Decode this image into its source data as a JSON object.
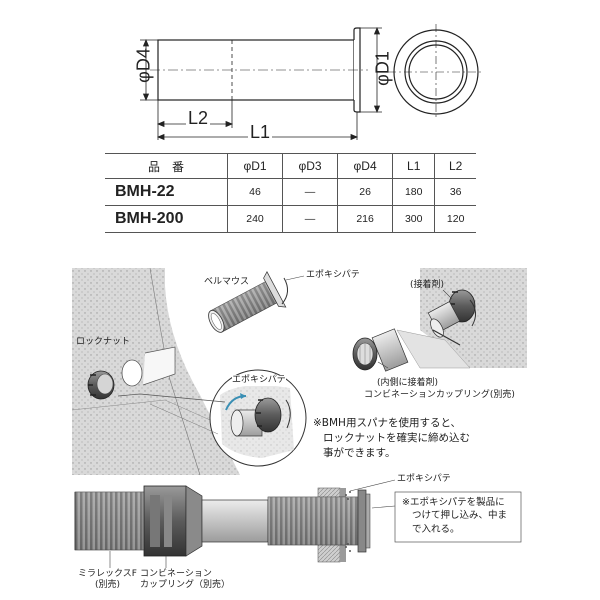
{
  "dimensions": {
    "d4": "φD4",
    "d1": "φD1",
    "l1": "L1",
    "l2": "L2"
  },
  "table": {
    "headers": [
      "品　番",
      "φD1",
      "φD3",
      "φD4",
      "L1",
      "L2"
    ],
    "rows": [
      [
        "BMH-22",
        "46",
        "—",
        "26",
        "180",
        "36"
      ],
      [
        "BMH-200",
        "240",
        "—",
        "216",
        "300",
        "120"
      ]
    ]
  },
  "labels": {
    "bellmouth": "ベルマウス",
    "epoxy_putty_1": "エポキシパテ",
    "adhesive": "(接着剤)",
    "locknut": "ロックナット",
    "epoxy_putty_2": "エポキシパテ",
    "inner_adhesive": "(内側に接着剤)",
    "combination_coupling": "コンビネーションカップリング(別売)",
    "spanner_note_1": "※BMH用スパナを使用すると、",
    "spanner_note_2": "ロックナットを確実に締め込む",
    "spanner_note_3": "事ができます。",
    "epoxy_putty_3": "エポキシパテ",
    "putty_note_1": "※エポキシパテを製品に",
    "putty_note_2": "つけて押し込み、中ま",
    "putty_note_3": "で入れる。",
    "mirarex_1": "ミラレックスF",
    "mirarex_2": "(別売)",
    "combo_bottom_1": "コンビネーション",
    "combo_bottom_2": "カップリング（別売）"
  }
}
